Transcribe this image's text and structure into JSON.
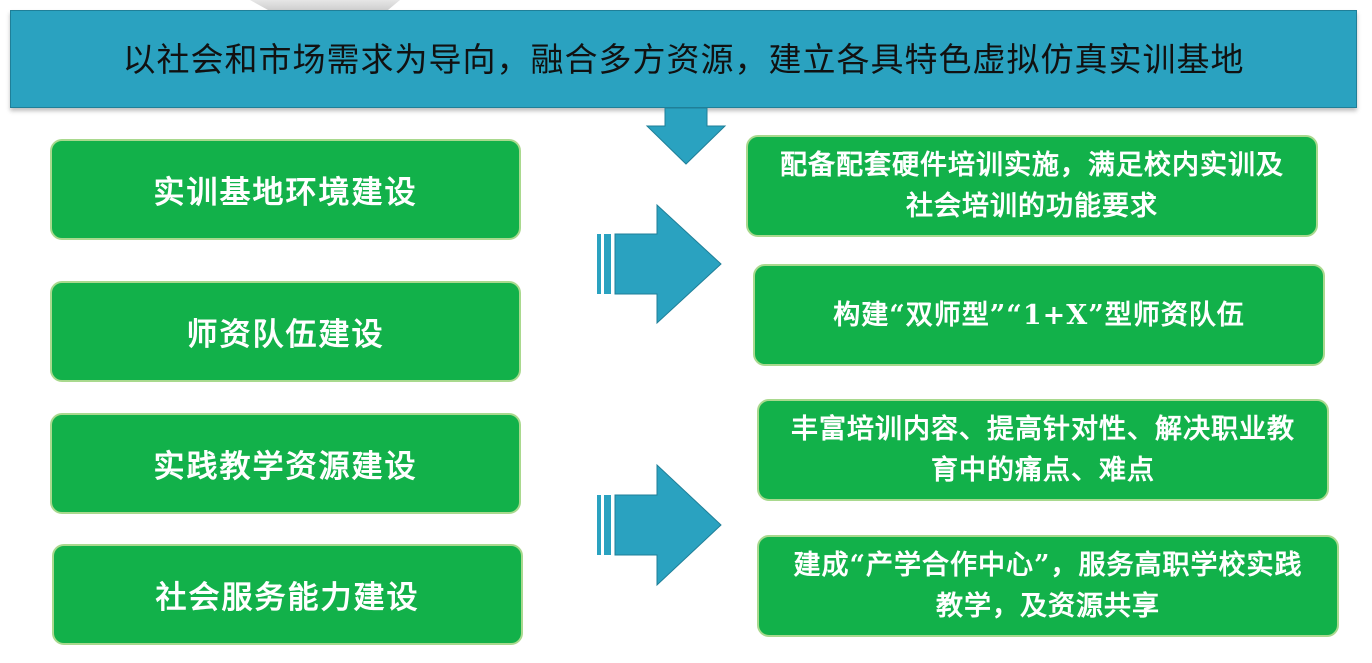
{
  "banner": {
    "title": "以社会和市场需求为导向，融合多方资源，建立各具特色虚拟仿真实训基地"
  },
  "left_items": [
    {
      "label": "实训基地环境建设"
    },
    {
      "label": "师资队伍建设"
    },
    {
      "label": "实践教学资源建设"
    },
    {
      "label": "社会服务能力建设"
    }
  ],
  "right_items": [
    {
      "label": "配备配套硬件培训实施，满足校内实训及社会培训的功能要求"
    },
    {
      "label": "构建“双师型”“1+X”型师资队伍"
    },
    {
      "label": "丰富培训内容、提高针对性、解决职业教育中的痛点、难点"
    },
    {
      "label": "建成“产学合作中心”，服务高职学校实践教学，及资源共享"
    }
  ],
  "colors": {
    "banner": "#2aa2c0",
    "box_fill": "#12b14a",
    "box_border": "#a9d98e",
    "arrow": "#2aa2c0"
  },
  "icons": {
    "down_arrow": "down-arrow",
    "right_arrows": "striped-right-arrow"
  }
}
